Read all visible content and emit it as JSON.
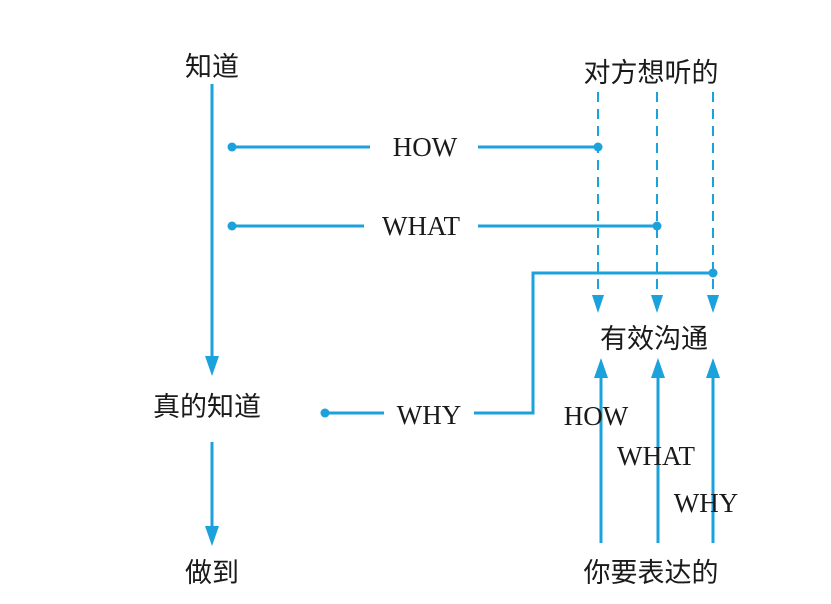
{
  "colors": {
    "accent": "#1ba1dc",
    "text": "#1a1a1a"
  },
  "nodes": {
    "know": "知道",
    "truly_know": "真的知道",
    "do": "做到",
    "listener_wants": "对方想听的",
    "effective_communication": "有效沟通",
    "you_express": "你要表达的"
  },
  "left_labels": {
    "how": "HOW",
    "what": "WHAT",
    "why": "WHY"
  },
  "right_labels": {
    "how": "HOW",
    "what": "WHAT",
    "why": "WHY"
  }
}
